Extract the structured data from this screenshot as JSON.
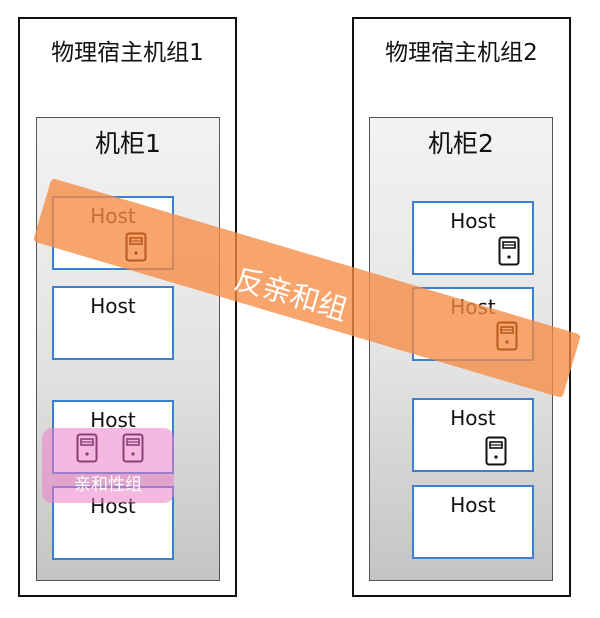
{
  "groups": [
    {
      "title": "物理宿主机组1",
      "rack": "机柜1"
    },
    {
      "title": "物理宿主机组2",
      "rack": "机柜2"
    }
  ],
  "host_label": "Host",
  "anti_affinity_label": "反亲和组",
  "affinity_label": "亲和性组",
  "colors": {
    "host_border": "#3a7fd0",
    "anti_affinity": "#f68a44",
    "affinity": "#ec7dc8",
    "server_icon": "#111111",
    "server_icon_in_band": "#b85a1e"
  },
  "icons": [
    "server-icon"
  ]
}
